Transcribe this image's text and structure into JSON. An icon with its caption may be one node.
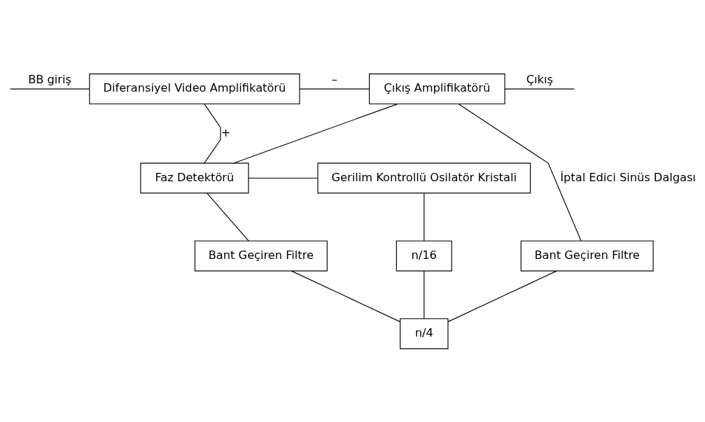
{
  "diagram": {
    "nodes": [
      {
        "text": [
          "Diferansiyel Video Amplifikatörü"
        ]
      },
      {
        "text": [
          "Çıkış Amplifikatörü"
        ]
      },
      {
        "text": [
          "Faz Detektörü"
        ]
      },
      {
        "text": [
          "Gerilim Kontrollü Osilatör Kristali"
        ]
      },
      {
        "text": [
          "Bant Geçiren Filtre"
        ]
      },
      {
        "text": [
          "n/16"
        ]
      },
      {
        "text": [
          "Bant Geçiren Filtre"
        ]
      },
      {
        "text": [
          "n/4"
        ]
      }
    ],
    "edges": [
      {
        "from": null,
        "to": 0,
        "arrow": "none",
        "label": "BB giriş"
      },
      {
        "from": 0,
        "to": 1,
        "arrow": "none",
        "label": "–"
      },
      {
        "from": 2,
        "to": 0,
        "arrow": "none",
        "label": "+"
      },
      {
        "from": 2,
        "to": 1,
        "arrow": "none"
      },
      {
        "from": 1,
        "to": null,
        "arrow": "none",
        "label": "Çıkış"
      },
      {
        "from": 2,
        "to": 3,
        "arrow": "none"
      },
      {
        "from": 2,
        "to": 4,
        "arrow": "none"
      },
      {
        "from": 3,
        "to": 5,
        "arrow": "none"
      },
      {
        "from": 1,
        "to": 6,
        "arrow": "none",
        "label": "İptal Edici Sinüs Dalgası"
      },
      {
        "from": 4,
        "to": 7,
        "arrow": "none"
      },
      {
        "from": 5,
        "to": 7,
        "arrow": "none"
      },
      {
        "from": 6,
        "to": 7,
        "arrow": "none"
      }
    ]
  }
}
